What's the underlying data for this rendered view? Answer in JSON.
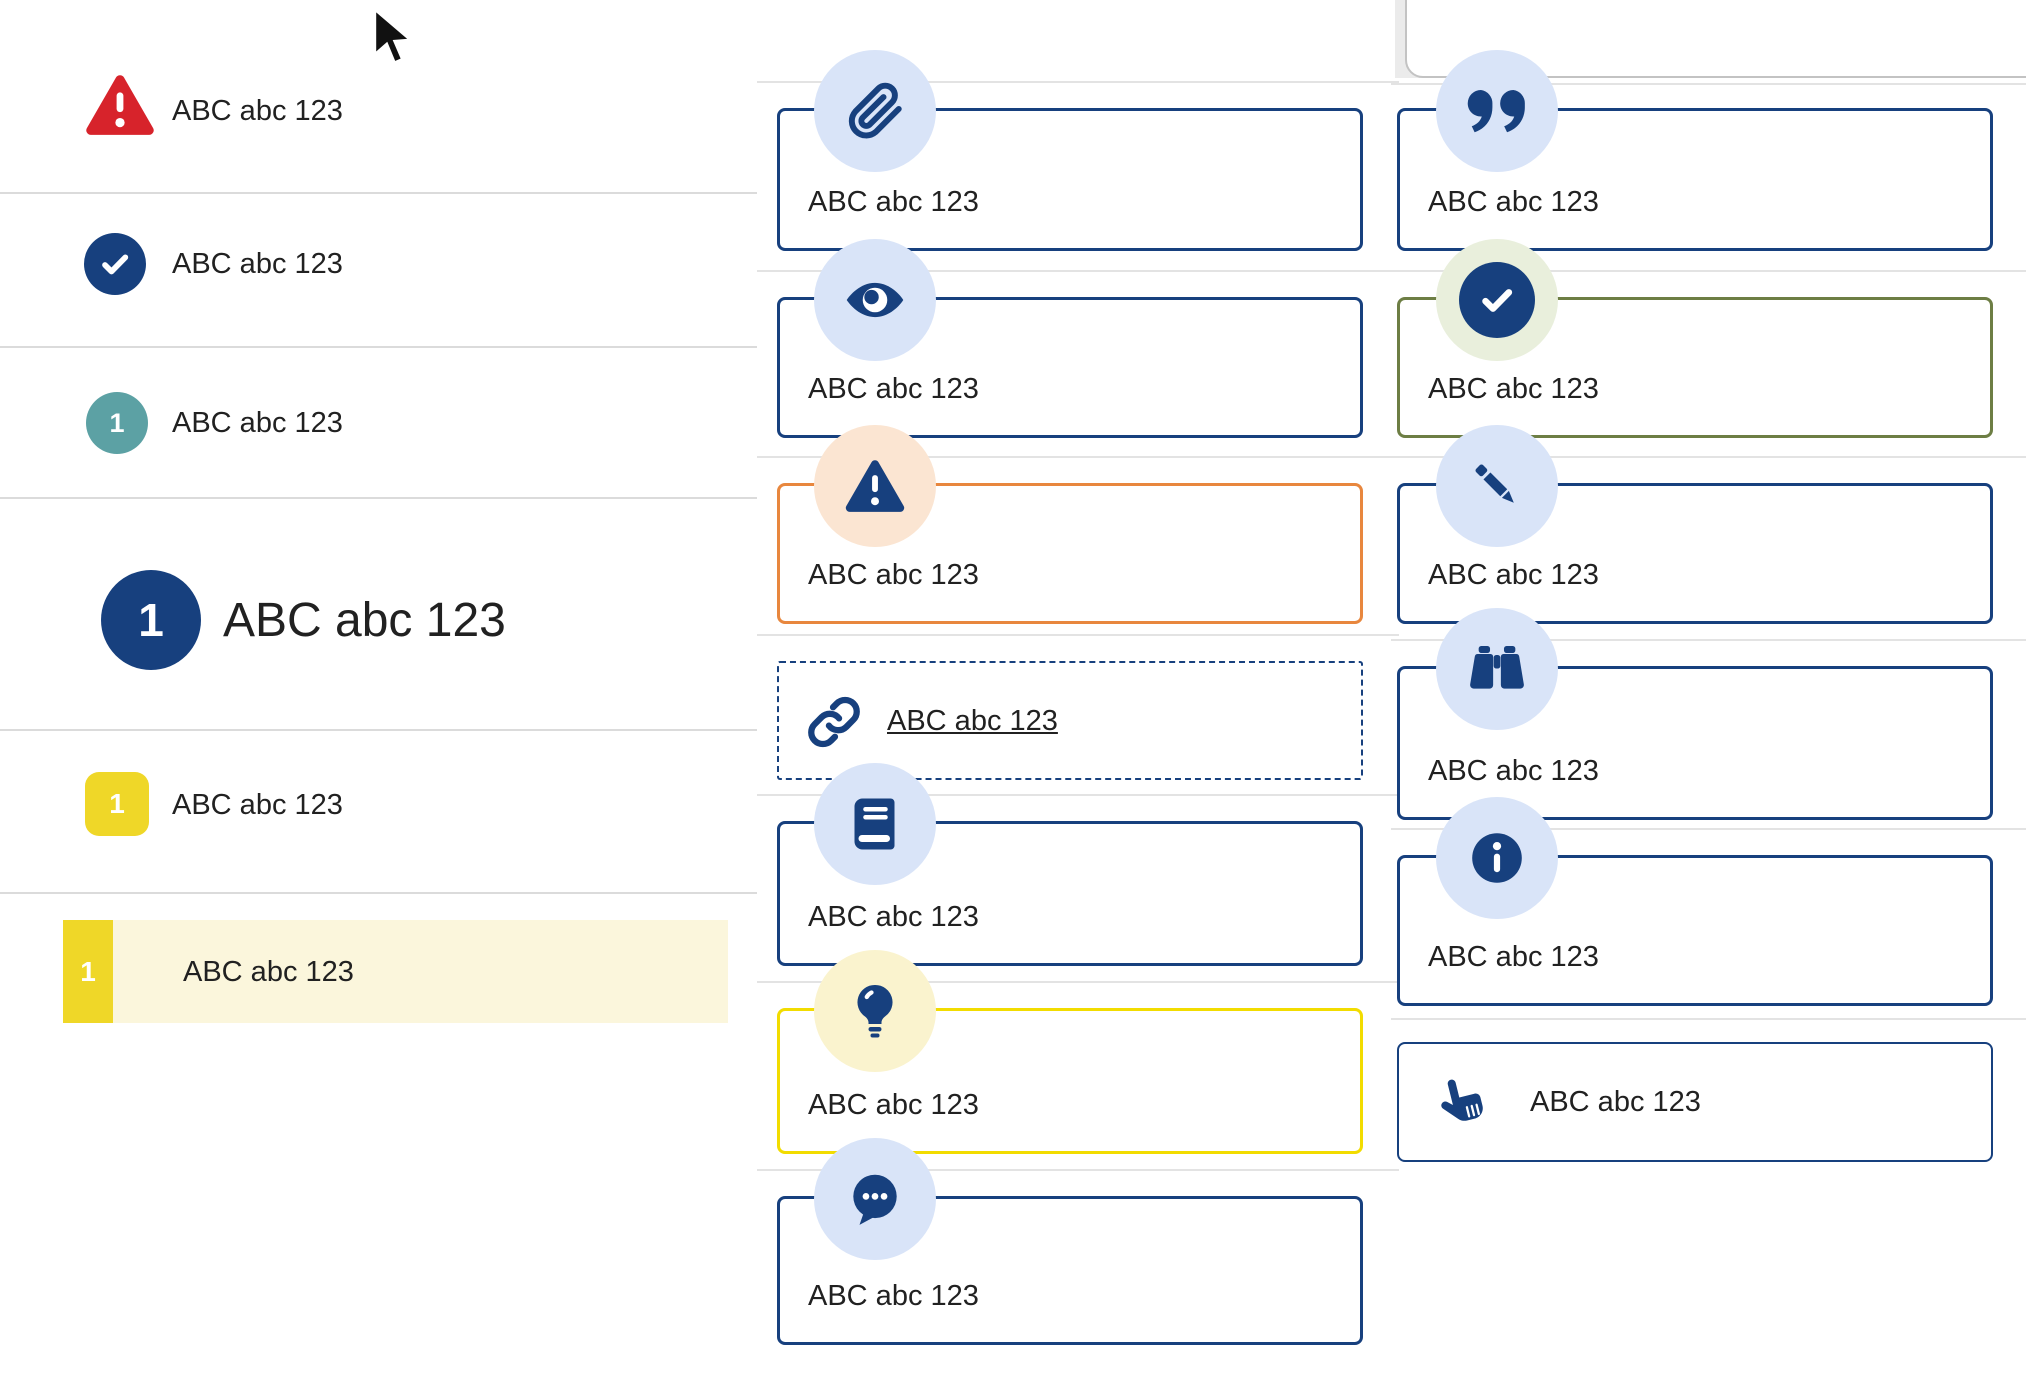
{
  "colors": {
    "navy": "#17407E",
    "pale_blue": "#D9E4F8",
    "orange": "#E8873E",
    "pale_orange": "#FBE5D2",
    "yellow_border": "#F2DC00",
    "pale_yellow": "#FAF3CE",
    "yellow": "#EFD728",
    "row_yellow": "#FBF6DC",
    "olive": "#6D7E44",
    "pale_green": "#E9EFDC",
    "teal": "#5CA1A4",
    "red": "#D7232B",
    "text": "#212121",
    "divider": "#DBDBDB",
    "sep": "#E3E3E3",
    "artifact_bg": "#EBEBEB",
    "artifact_border": "#C3C3C3"
  },
  "left_list": {
    "items": [
      {
        "icon": "warning-triangle-icon",
        "label": "ABC abc 123"
      },
      {
        "icon": "check-circle-icon",
        "label": "ABC abc 123"
      },
      {
        "icon": "teal-number-badge",
        "badge": "1",
        "label": "ABC abc 123"
      },
      {
        "icon": "navy-number-badge",
        "badge": "1",
        "label": "ABC abc 123"
      },
      {
        "icon": "yellow-number-badge",
        "badge": "1",
        "label": "ABC abc 123"
      },
      {
        "icon": "yellow-number-marker",
        "badge": "1",
        "label": "ABC abc 123",
        "highlighted": true
      }
    ]
  },
  "middle_cards": [
    {
      "icon": "paperclip-icon",
      "variant": "navy",
      "label": "ABC abc 123"
    },
    {
      "icon": "eye-icon",
      "variant": "navy",
      "label": "ABC abc 123"
    },
    {
      "icon": "warning-icon",
      "variant": "orange",
      "label": "ABC abc 123"
    },
    {
      "icon": "link-icon",
      "variant": "dashed",
      "label": "ABC abc 123",
      "link": true
    },
    {
      "icon": "book-icon",
      "variant": "navy",
      "label": "ABC abc 123"
    },
    {
      "icon": "lightbulb-icon",
      "variant": "yellow",
      "label": "ABC abc 123"
    },
    {
      "icon": "chat-icon",
      "variant": "navy",
      "label": "ABC abc 123"
    }
  ],
  "right_cards": [
    {
      "icon": "quote-icon",
      "variant": "navy",
      "label": "ABC abc 123"
    },
    {
      "icon": "check-icon",
      "variant": "olive",
      "label": "ABC abc 123"
    },
    {
      "icon": "pencil-icon",
      "variant": "navy",
      "label": "ABC abc 123"
    },
    {
      "icon": "binoculars-icon",
      "variant": "navy",
      "label": "ABC abc 123"
    },
    {
      "icon": "info-icon",
      "variant": "navy",
      "label": "ABC abc 123"
    },
    {
      "icon": "hand-pointer-icon",
      "variant": "navy",
      "label": "ABC abc 123"
    }
  ]
}
